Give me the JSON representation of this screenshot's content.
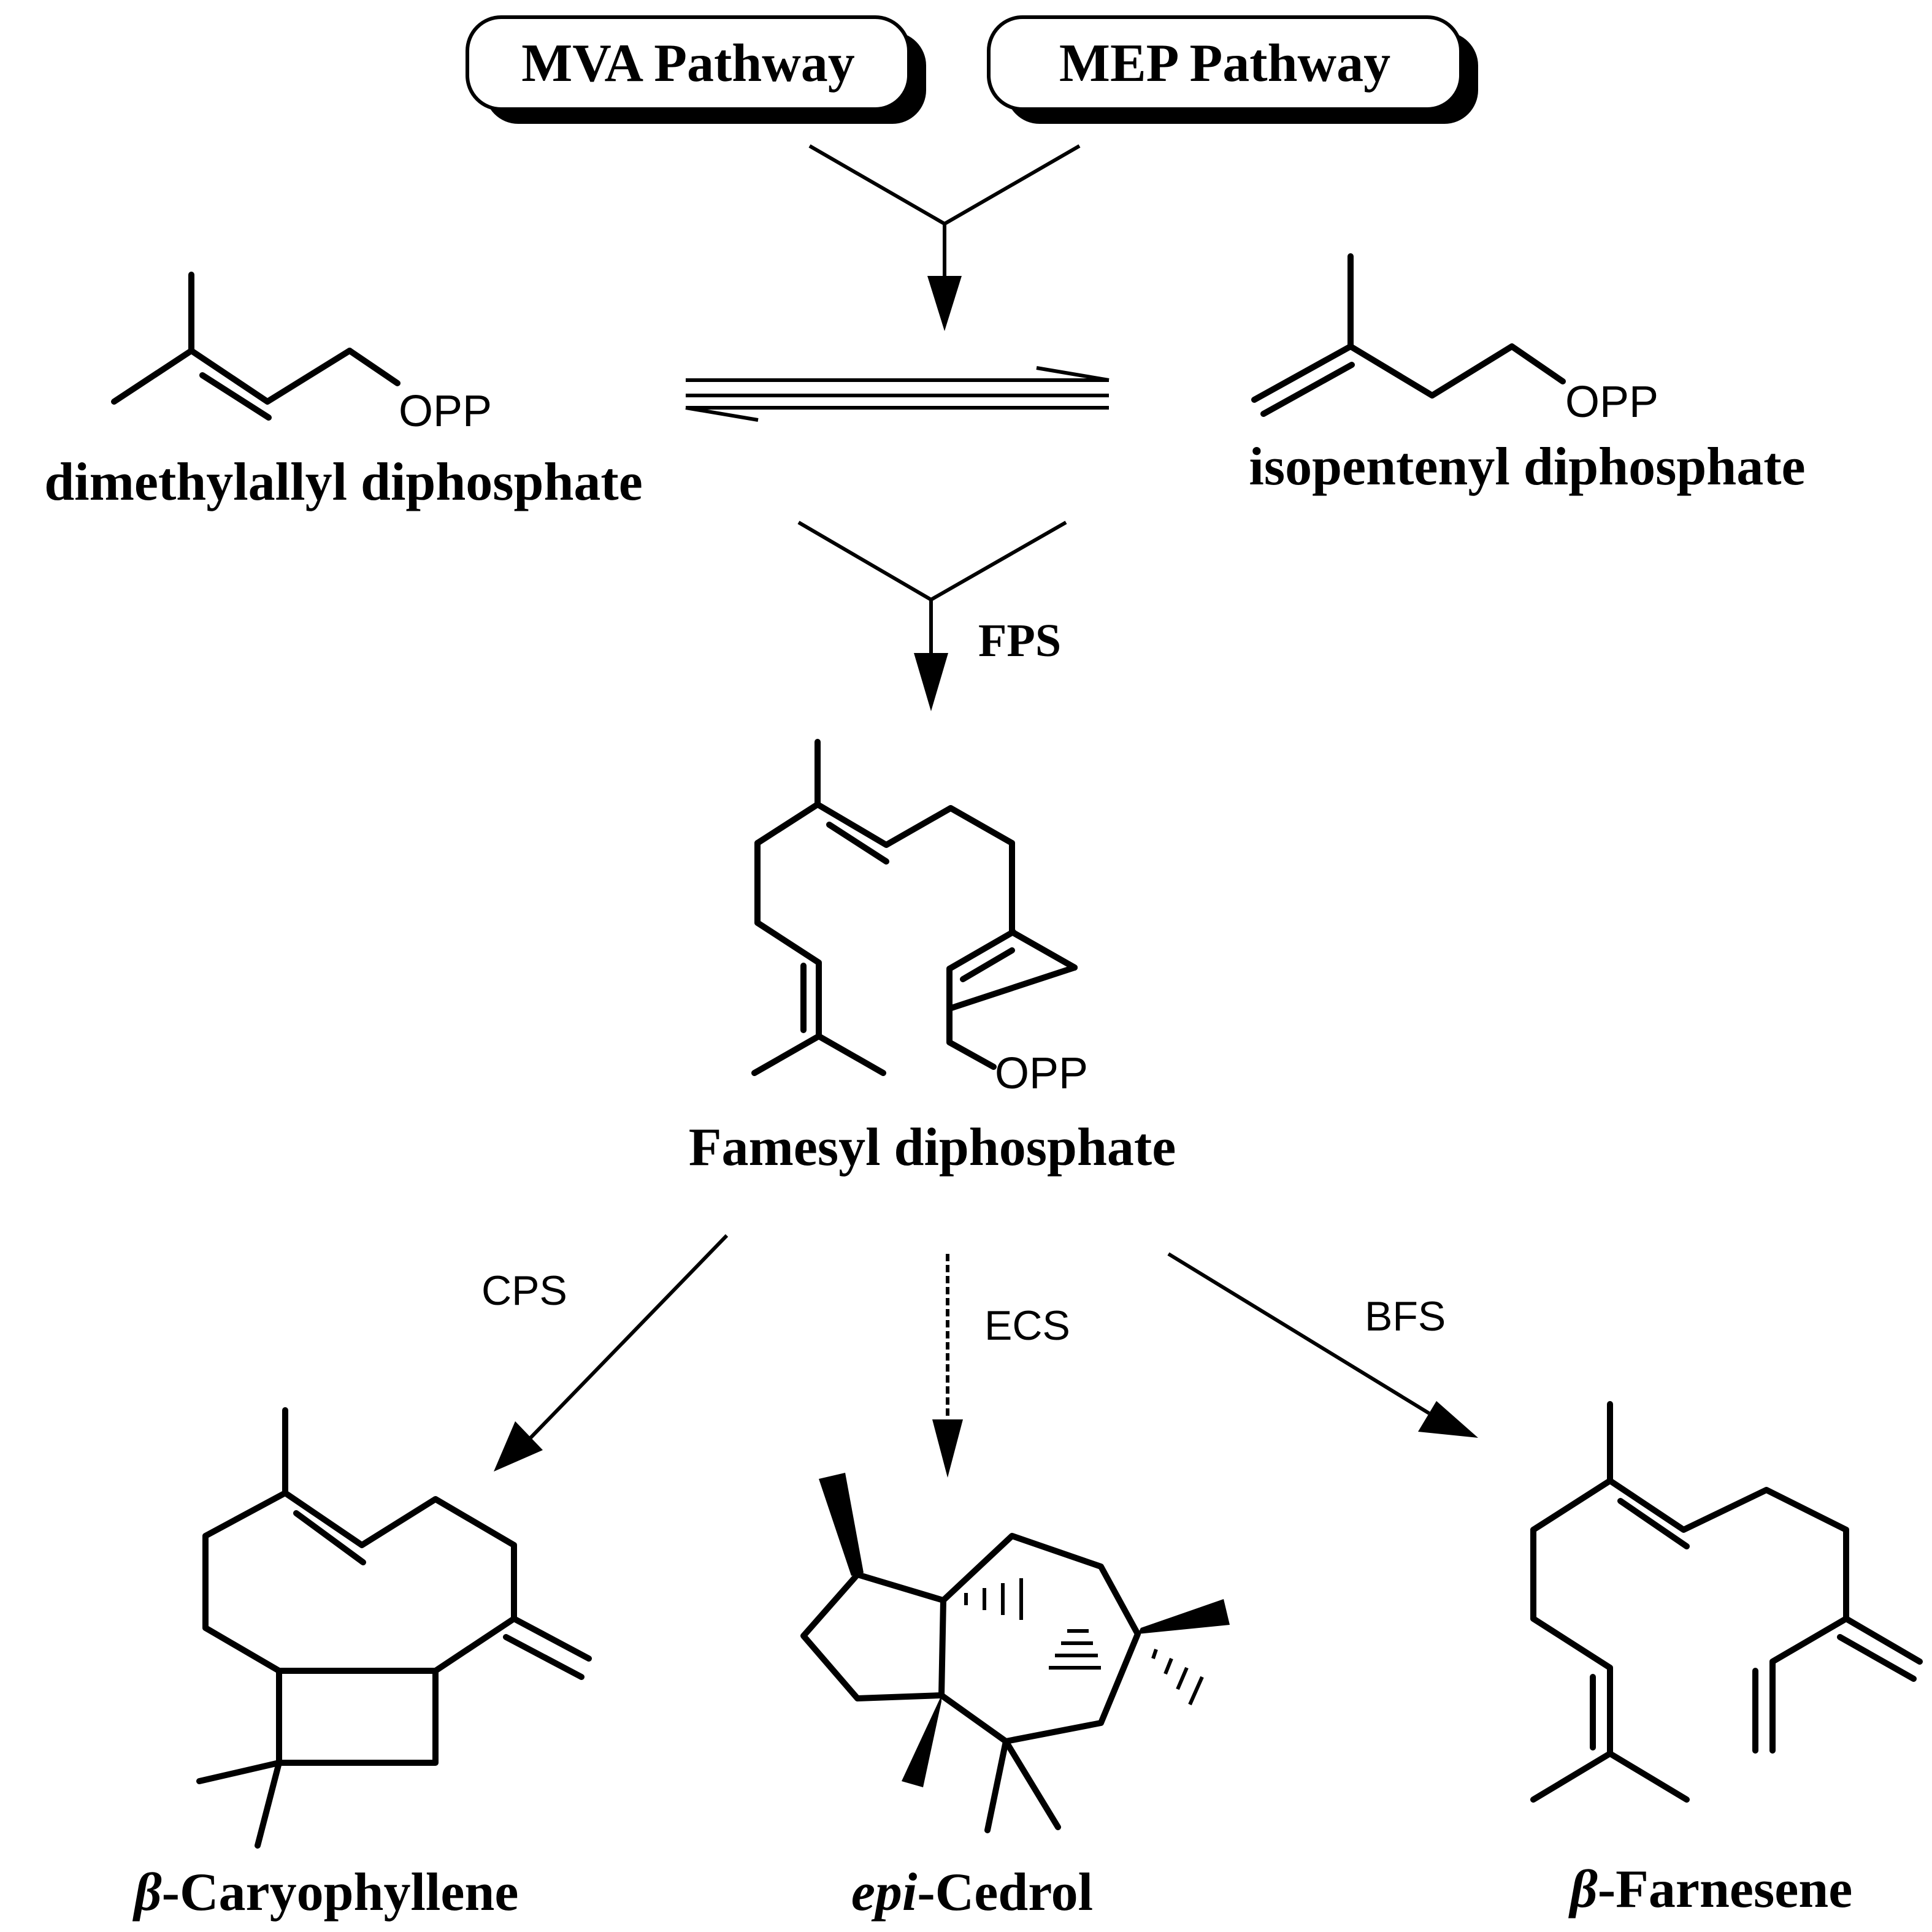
{
  "pathways": {
    "mva": "MVA Pathway",
    "mep": "MEP Pathway"
  },
  "compounds": {
    "dmapp": {
      "name": "dimethylallyl diphosphate",
      "group": "OPP"
    },
    "ipp": {
      "name": "isopentenyl diphosphate",
      "group": "OPP"
    },
    "fpp": {
      "name": "Famesyl diphosphate",
      "group": "OPP"
    },
    "caryophyllene": {
      "prefix": "β",
      "name": "-Caryophyllene"
    },
    "cedrol": {
      "prefix": "epi",
      "name": "-Cedrol"
    },
    "farnesene": {
      "prefix": "β",
      "name": "-Farnesene"
    }
  },
  "enzymes": {
    "fps": "FPS",
    "cps": "CPS",
    "ecs": "ECS",
    "bfs": "BFS"
  }
}
